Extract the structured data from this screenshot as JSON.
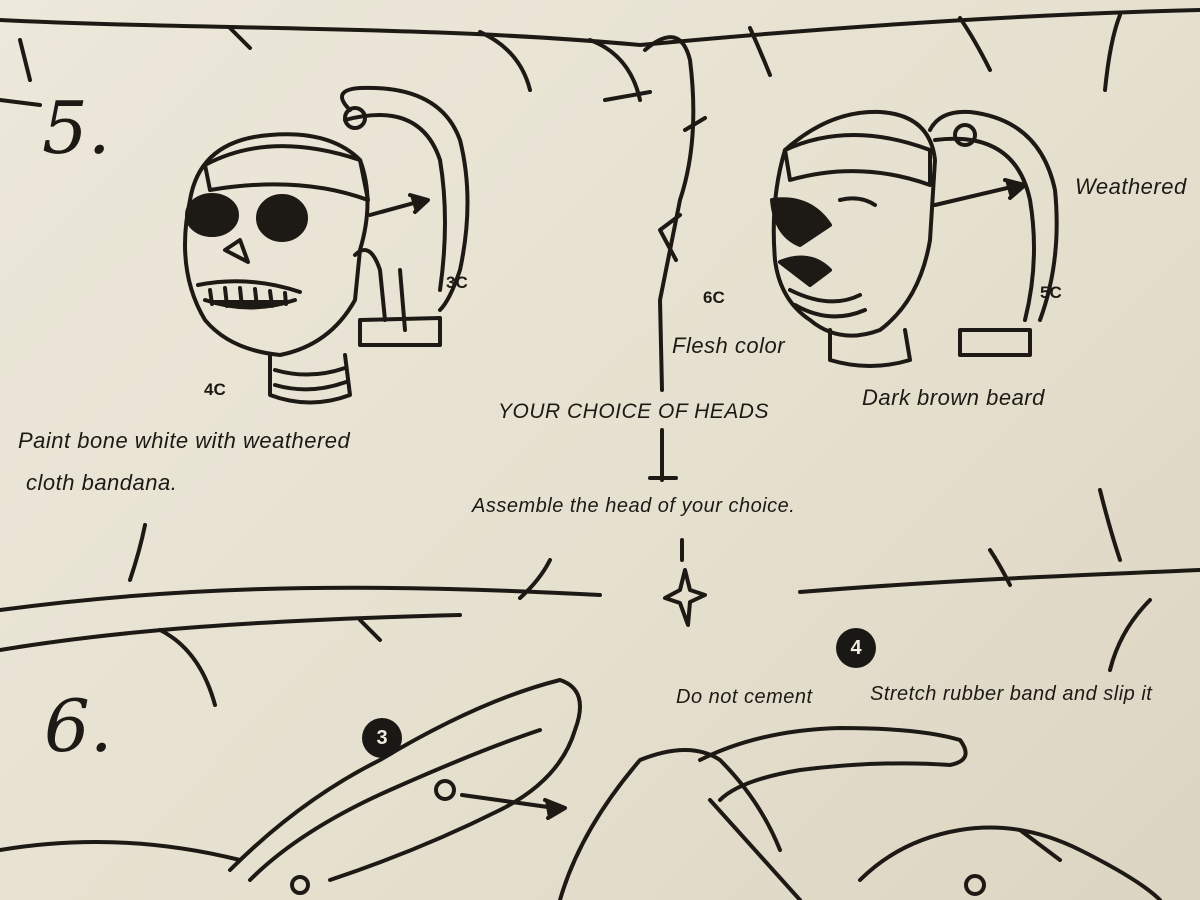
{
  "steps": [
    {
      "number": "5."
    },
    {
      "number": "6."
    }
  ],
  "parts": {
    "skull_head": "4C",
    "skull_bandana": "3C",
    "neck": "6C",
    "pirate_bandana": "5C"
  },
  "labels": {
    "skull_paint_line1": "Paint bone white with weathered",
    "skull_paint_line2": "cloth bandana.",
    "weathered": "Weathered",
    "flesh_color": "Flesh color",
    "dark_brown_beard": "Dark brown beard",
    "choice_heading": "YOUR CHOICE OF HEADS",
    "assemble_instruction": "Assemble the head of your choice.",
    "do_not_cement": "Do not cement",
    "stretch_rubber_band": "Stretch rubber band and slip it"
  },
  "callouts": [
    "3",
    "4"
  ],
  "colors": {
    "paper": "#e9e4d5",
    "ink": "#1d1a15"
  }
}
